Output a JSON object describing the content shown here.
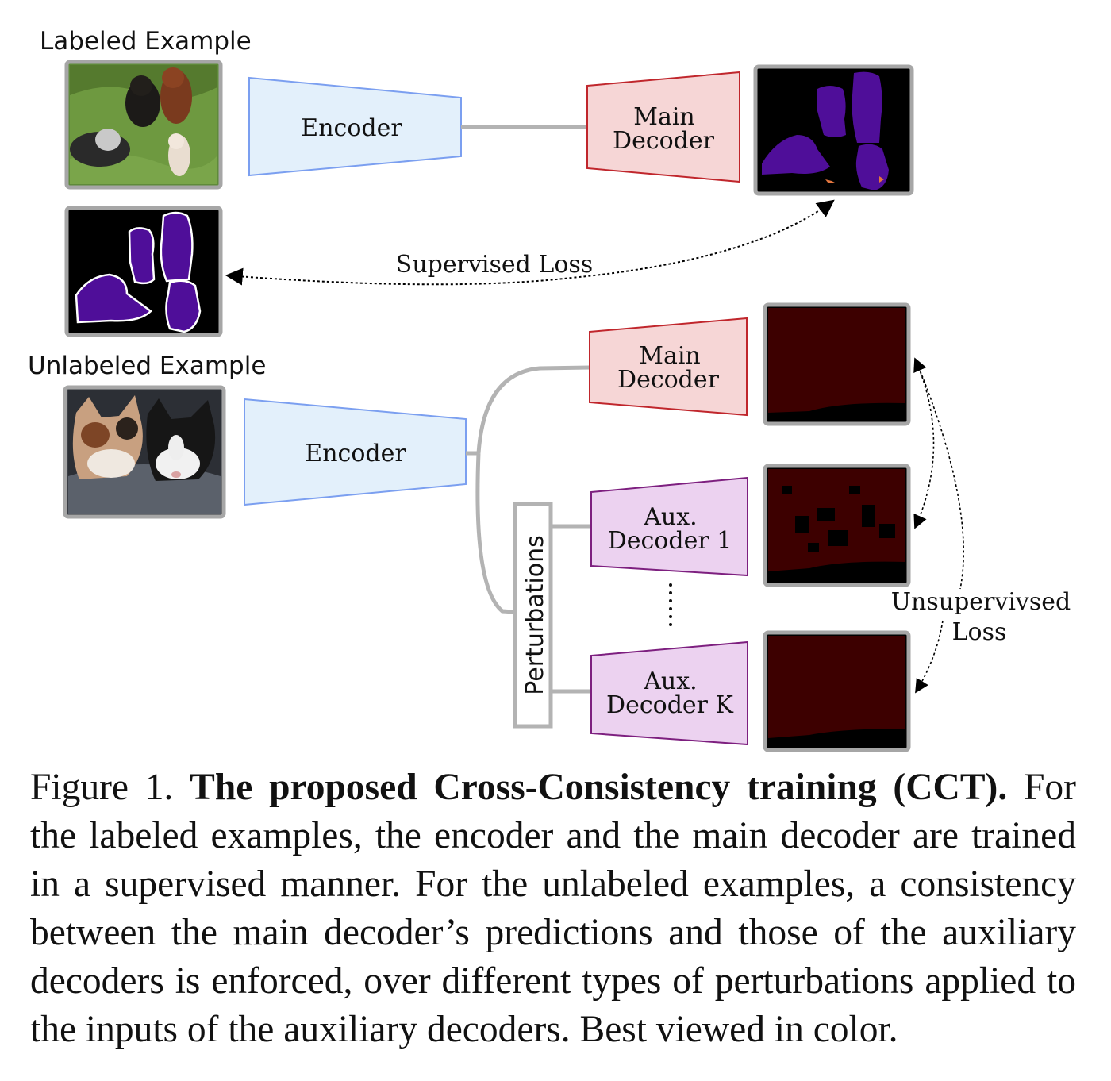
{
  "diagram": {
    "labeled_title": "Labeled Example",
    "unlabeled_title": "Unlabeled Example",
    "encoder_top": "Encoder",
    "encoder_bottom": "Encoder",
    "main_decoder_top": [
      "Main",
      "Decoder"
    ],
    "main_decoder_bottom": [
      "Main",
      "Decoder"
    ],
    "aux_decoder_1": [
      "Aux.",
      "Decoder 1"
    ],
    "aux_decoder_k": [
      "Aux.",
      "Decoder K"
    ],
    "perturbations": "Perturbations",
    "supervised_loss": "Supervised Loss",
    "unsupervised_loss": [
      "Unsupervivsed",
      "Loss"
    ],
    "colors": {
      "encoder_fill": "#e3f0fb",
      "encoder_stroke": "#7b9ff0",
      "main_decoder_fill": "#f6d6d6",
      "main_decoder_stroke": "#c0262c",
      "aux_decoder_fill": "#ecd2f0",
      "aux_decoder_stroke": "#7d1f7f",
      "connector": "#b3b3b3",
      "segment_purple": "#4f0e99",
      "segment_dark_red": "#3d0000"
    }
  },
  "caption": {
    "prefix": "Figure 1. ",
    "bold": "The proposed Cross-Consistency training (CCT).",
    "body": " For the labeled examples, the encoder and the main decoder are trained in a supervised manner. For the unlabeled examples, a consistency between the main decoder’s predictions and those of the auxiliary decoders is enforced, over different types of perturbations applied to the inputs of the auxiliary decoders. Best viewed in color."
  }
}
